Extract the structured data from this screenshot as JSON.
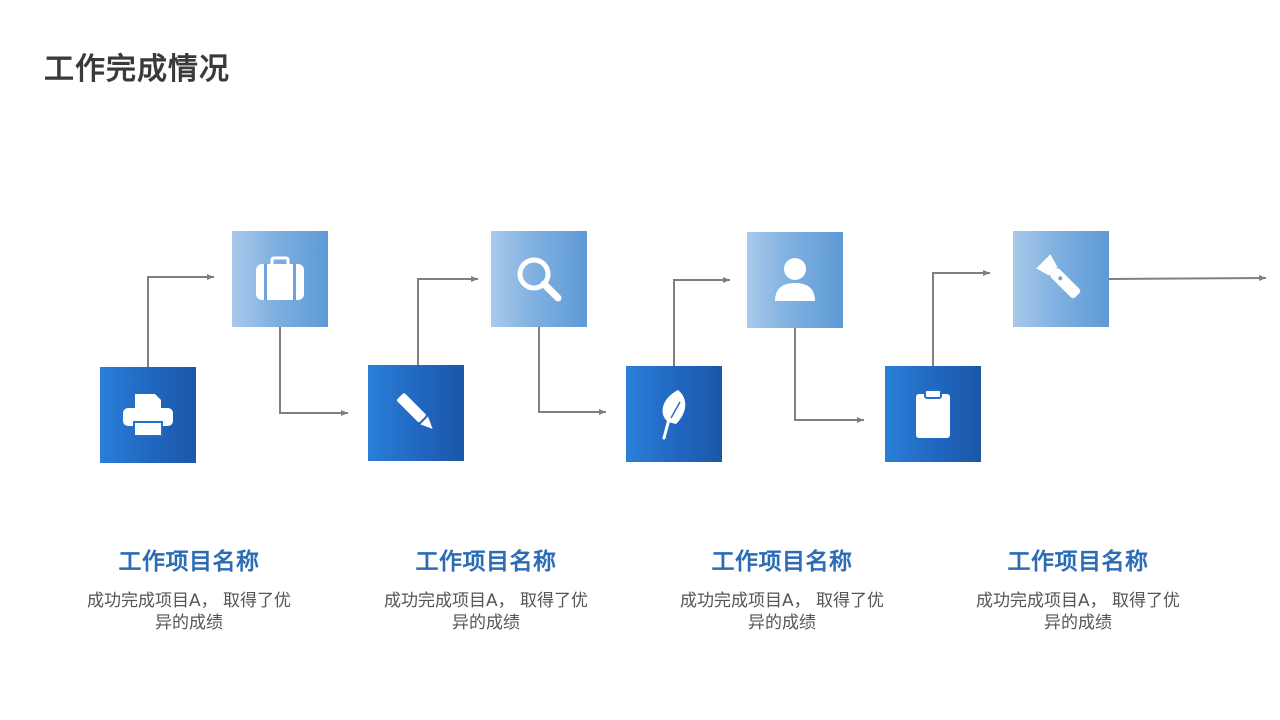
{
  "page": {
    "title": "工作完成情况"
  },
  "flow": {
    "nodes": [
      {
        "icon": "printer-icon",
        "tone": "dark"
      },
      {
        "icon": "suitcase-icon",
        "tone": "light"
      },
      {
        "icon": "pencil-icon",
        "tone": "dark"
      },
      {
        "icon": "magnifier-icon",
        "tone": "light"
      },
      {
        "icon": "feather-icon",
        "tone": "dark"
      },
      {
        "icon": "user-icon",
        "tone": "light"
      },
      {
        "icon": "clipboard-icon",
        "tone": "dark"
      },
      {
        "icon": "flashlight-icon",
        "tone": "light"
      }
    ]
  },
  "items": [
    {
      "title": "工作项目名称",
      "desc_line1": "成功完成项目A， 取得了优",
      "desc_line2": "异的成绩"
    },
    {
      "title": "工作项目名称",
      "desc_line1": "成功完成项目A， 取得了优",
      "desc_line2": "异的成绩"
    },
    {
      "title": "工作项目名称",
      "desc_line1": "成功完成项目A， 取得了优",
      "desc_line2": "异的成绩"
    },
    {
      "title": "工作项目名称",
      "desc_line1": "成功完成项目A， 取得了优",
      "desc_line2": "异的成绩"
    }
  ],
  "colors": {
    "dark_box": "#2066bf",
    "light_box": "#7fb0e0",
    "item_title": "#2b6cb5",
    "connector": "#7f7f7f"
  }
}
